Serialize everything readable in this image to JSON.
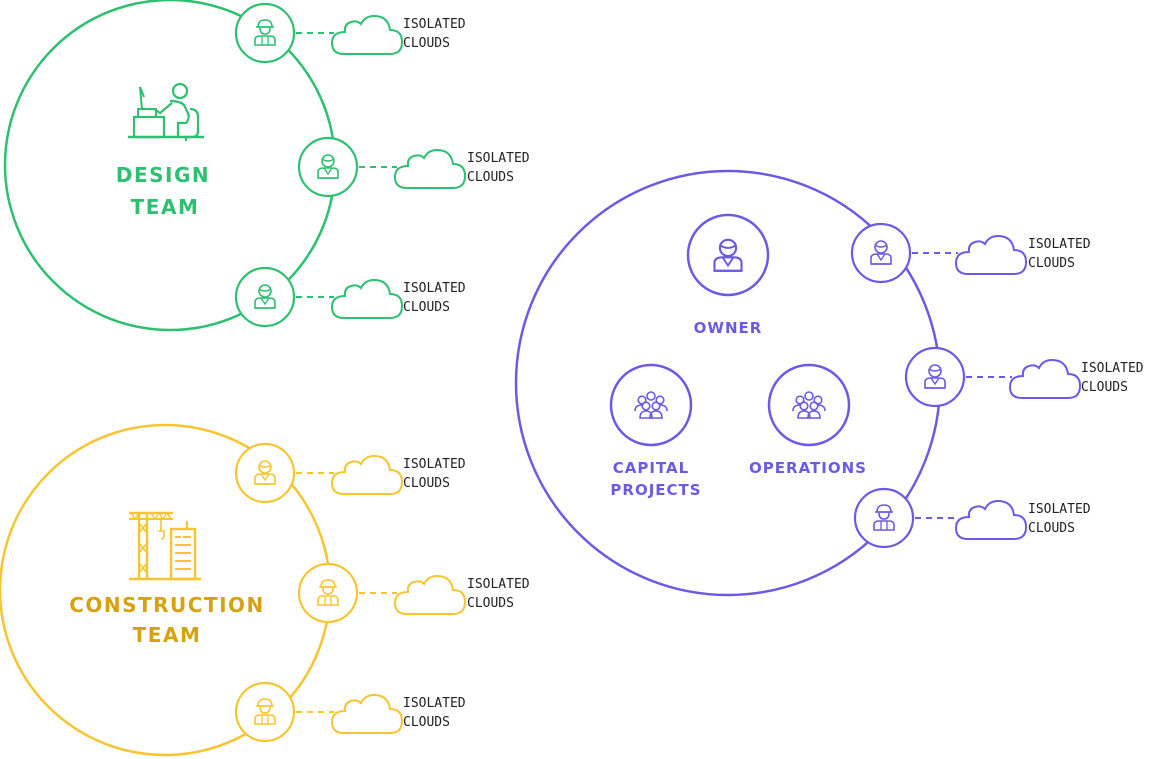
{
  "colors": {
    "design": "#2fbf71",
    "construction": "#f6c531",
    "construction_text": "#d6a20e",
    "owner": "#6a5ae6",
    "cloud_text": "#222222"
  },
  "teams": {
    "design": {
      "label_line1": "DESIGN",
      "label_line2": "TEAM",
      "icon": "designer-at-desk-icon",
      "members": [
        {
          "icon": "worker-hardhat-icon",
          "cloud": {
            "icon": "cloud-icon",
            "line1": "ISOLATED",
            "line2": "CLOUDS"
          }
        },
        {
          "icon": "person-icon",
          "cloud": {
            "icon": "cloud-icon",
            "line1": "ISOLATED",
            "line2": "CLOUDS"
          }
        },
        {
          "icon": "person-icon",
          "cloud": {
            "icon": "cloud-icon",
            "line1": "ISOLATED",
            "line2": "CLOUDS"
          }
        }
      ]
    },
    "construction": {
      "label_line1": "CONSTRUCTION",
      "label_line2": "TEAM",
      "icon": "crane-building-icon",
      "members": [
        {
          "icon": "person-icon",
          "cloud": {
            "icon": "cloud-icon",
            "line1": "ISOLATED",
            "line2": "CLOUDS"
          }
        },
        {
          "icon": "worker-hardhat-icon",
          "cloud": {
            "icon": "cloud-icon",
            "line1": "ISOLATED",
            "line2": "CLOUDS"
          }
        },
        {
          "icon": "worker-hardhat-icon",
          "cloud": {
            "icon": "cloud-icon",
            "line1": "ISOLATED",
            "line2": "CLOUDS"
          }
        }
      ]
    },
    "owner": {
      "owner_label": "OWNER",
      "capital_line1": "CAPITAL",
      "capital_line2": "PROJECTS",
      "operations_label": "OPERATIONS",
      "members": [
        {
          "icon": "person-icon",
          "cloud": {
            "icon": "cloud-icon",
            "line1": "ISOLATED",
            "line2": "CLOUDS"
          }
        },
        {
          "icon": "person-icon",
          "cloud": {
            "icon": "cloud-icon",
            "line1": "ISOLATED",
            "line2": "CLOUDS"
          }
        },
        {
          "icon": "worker-hardhat-icon",
          "cloud": {
            "icon": "cloud-icon",
            "line1": "ISOLATED",
            "line2": "CLOUDS"
          }
        }
      ]
    }
  }
}
